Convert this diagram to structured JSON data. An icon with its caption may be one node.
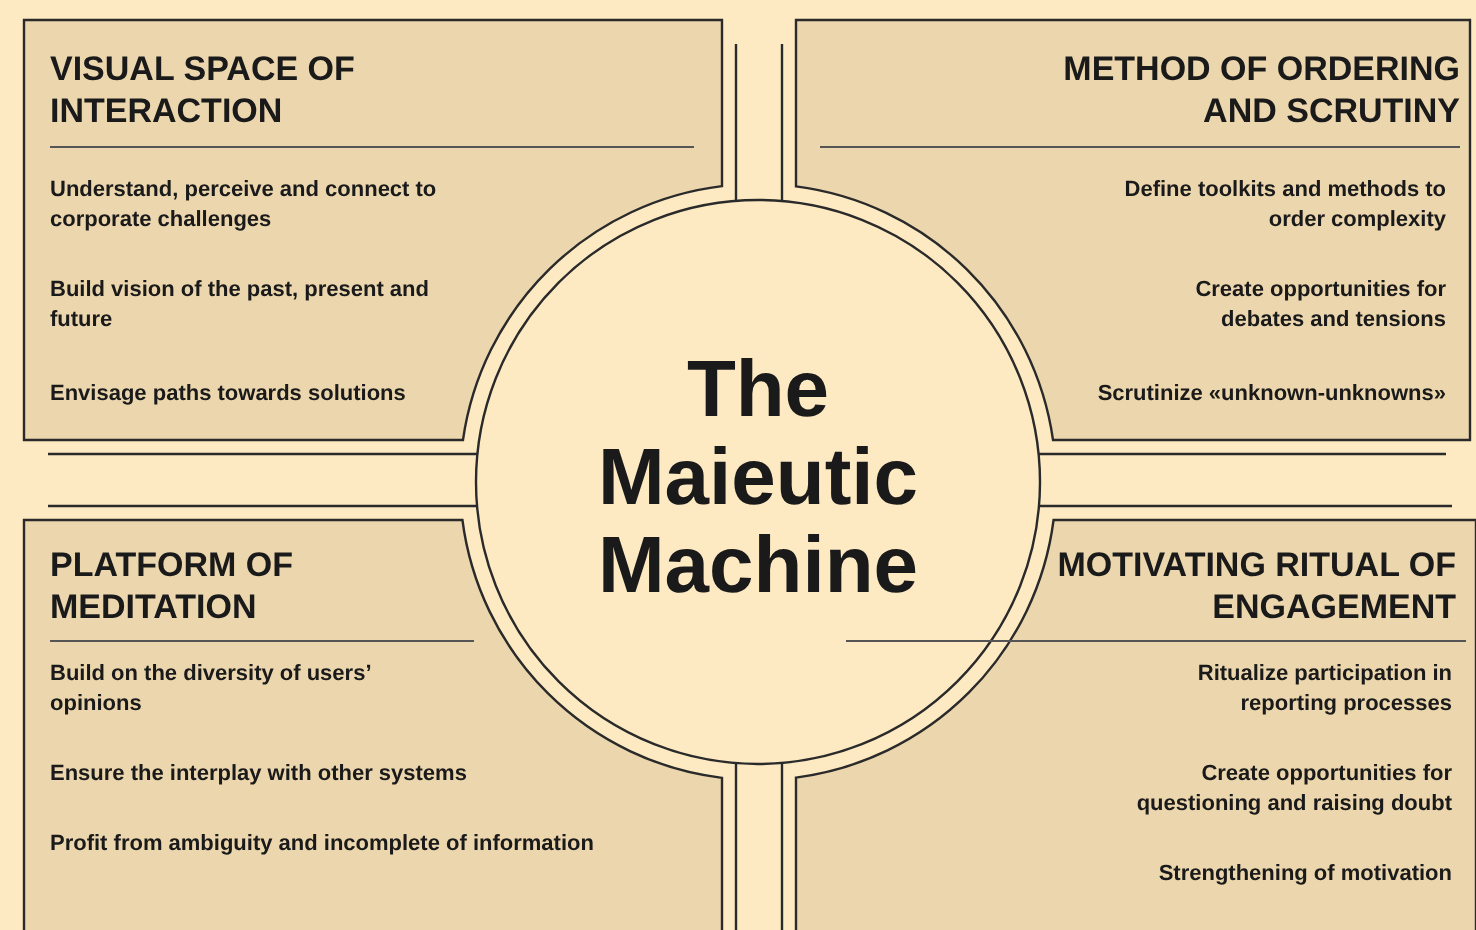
{
  "diagram": {
    "nodes": [
      {
        "text": [
          "VISUAL SPACE OF INTERACTION",
          "Understand, perceive and connect to corporate challenges",
          "Build vision of the past, present and future",
          "Envisage paths towards solutions"
        ]
      },
      {
        "text": [
          "METHOD OF ORDERING AND SCRUTINY",
          "Define toolkits and methods to order complexity",
          "Create opportunities for debates and tensions",
          "Scrutinize «unknown-unknowns»"
        ]
      },
      {
        "text": [
          "The Maieutic Machine"
        ]
      },
      {
        "text": [
          "PLATFORM OF MEDITATION",
          "Build on the diversity of users’ opinions",
          "Ensure the interplay with other systems",
          "Profit from ambiguity and incomplete of information"
        ]
      },
      {
        "text": [
          "MOTIVATING RITUAL OF ENGAGEMENT",
          "Ritualize participation in reporting processes",
          "Create opportunities for questioning and raising doubt",
          "Strengthening of motivation"
        ]
      }
    ]
  }
}
